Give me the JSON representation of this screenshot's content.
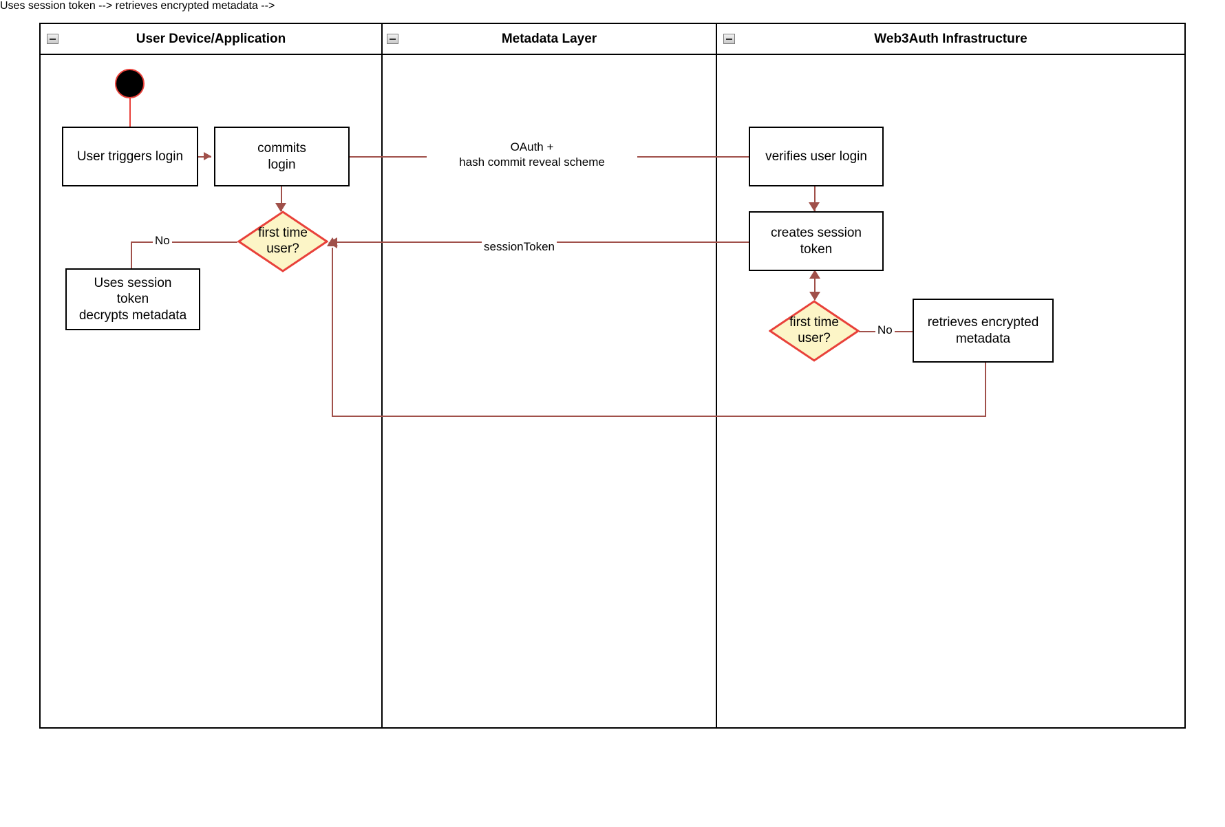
{
  "diagram": {
    "type": "swimlane-activity-diagram",
    "title": "Web3Auth login flow",
    "colors": {
      "lane_border": "#000000",
      "edge": "#a0504a",
      "decision_fill": "#fcf5c7",
      "decision_border": "#e8413a",
      "start_node_fill": "#000000",
      "start_node_border": "#e8413a",
      "background": "#ffffff"
    }
  },
  "lanes": [
    {
      "id": "user-device",
      "title": "User Device/Application",
      "collapse_icon": "collapse-minus-icon"
    },
    {
      "id": "metadata-layer",
      "title": "Metadata Layer",
      "collapse_icon": "collapse-minus-icon"
    },
    {
      "id": "web3auth",
      "title": "Web3Auth Infrastructure",
      "collapse_icon": "collapse-minus-icon"
    }
  ],
  "nodes": {
    "start": {
      "shape": "initial-node",
      "label": ""
    },
    "user_triggers_login": {
      "shape": "rect",
      "label": "User triggers login",
      "lane": "user-device"
    },
    "commits_login": {
      "shape": "rect",
      "label": "commits\nlogin",
      "line1": "commits",
      "line2": "login",
      "lane": "user-device"
    },
    "decision_left": {
      "shape": "diamond",
      "label": "first time\nuser?",
      "line1": "first time",
      "line2": "user?",
      "lane": "user-device"
    },
    "uses_session_token": {
      "shape": "rect",
      "label": "Uses session token decrypts metadata",
      "line1": "Uses session",
      "line2": "token",
      "line3": "decrypts metadata",
      "lane": "user-device"
    },
    "verifies_user_login": {
      "shape": "rect",
      "label": "verifies user login",
      "lane": "web3auth"
    },
    "creates_session_token": {
      "shape": "rect",
      "label": "creates session token",
      "line1": "creates session",
      "line2": "token",
      "lane": "web3auth"
    },
    "decision_right": {
      "shape": "diamond",
      "label": "first time\nuser?",
      "line1": "first time",
      "line2": "user?",
      "lane": "web3auth"
    },
    "retrieves_encrypted_metadata": {
      "shape": "rect",
      "label": "retrieves encrypted metadata",
      "line1": "retrieves encrypted",
      "line2": "metadata",
      "lane": "web3auth"
    }
  },
  "edge_labels": {
    "oauth": {
      "line1": "OAuth +",
      "line2": "hash commit reveal scheme"
    },
    "session_token": "sessionToken",
    "no_left": "No",
    "no_right": "No"
  }
}
